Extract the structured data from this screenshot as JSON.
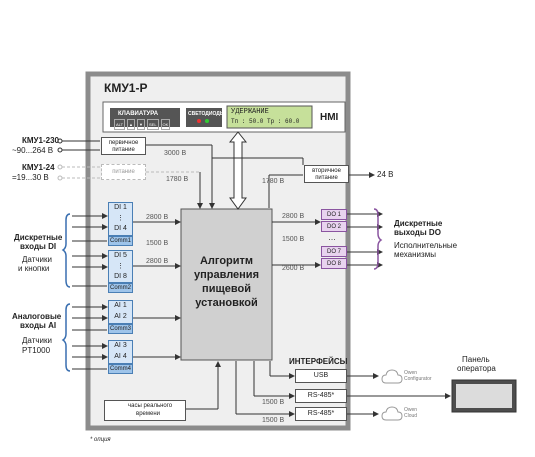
{
  "device": {
    "title": "КМУ1-Р"
  },
  "hmi": {
    "keyboard_label": "КЛАВИАТУРА",
    "leds_label": "СВЕТОДИОДЫ",
    "display_line1": "УДЕРЖАНИЕ",
    "display_line2": "Tп : 50.0  Tр : 60.0",
    "hmi_label": "HMI",
    "keys": [
      "ALT",
      "▲",
      "▼",
      "SEL",
      "OK"
    ]
  },
  "power": {
    "kmu230_title": "КМУ1-230",
    "kmu230_range": "~90...264 В",
    "kmu24_title": "КМУ1-24",
    "kmu24_range": "=19...30 В",
    "primary_label": "первичное питание",
    "primary24_label": "питание",
    "secondary_label": "вторичное питание",
    "out_24": "24 В",
    "iso_3000": "3000 В",
    "iso_1780_a": "1780 В",
    "iso_1780_b": "1780 В"
  },
  "discrete_inputs": {
    "title_line1": "Дискретные",
    "title_line2": "входы DI",
    "sub_line1": "Датчики",
    "sub_line2": "и кнопки",
    "group1": [
      "DI 1",
      "⋮",
      "DI 4",
      "Comm1"
    ],
    "group2": [
      "DI 5",
      "⋮",
      "DI 8",
      "Comm2"
    ],
    "iso_a": "2800 В",
    "iso_b": "1500 В",
    "iso_c": "2800 В"
  },
  "analog_inputs": {
    "title_line1": "Аналоговые",
    "title_line2": "входы AI",
    "sub_line1": "Датчики",
    "sub_line2": "PT1000",
    "group1": [
      "AI 1",
      "AI 2",
      "Comm3"
    ],
    "group2": [
      "AI 3",
      "AI 4",
      "Comm4"
    ]
  },
  "algorithm": {
    "line1": "Алгоритм",
    "line2": "управления",
    "line3": "пищевой",
    "line4": "установкой"
  },
  "discrete_outputs": {
    "title_line1": "Дискретные",
    "title_line2": "выходы DO",
    "sub_line1": "Исполнительные",
    "sub_line2": "механизмы",
    "items": [
      "DO 1",
      "DO 2",
      "…",
      "DO 7",
      "DO 8"
    ],
    "iso_a": "2800 В",
    "iso_b": "1500 В",
    "iso_c": "2600 В"
  },
  "interfaces": {
    "title": "ИНТЕРФЕЙСЫ",
    "usb": "USB",
    "rs485_1": "RS-485*",
    "rs485_2": "RS-485*",
    "iso_1": "1500 В",
    "iso_2": "1500 В",
    "configurator_line1": "Owen",
    "configurator_line2": "Configurator",
    "cloud_line1": "Owen",
    "cloud_line2": "Cloud",
    "panel_line1": "Панель",
    "panel_line2": "оператора"
  },
  "rtc": {
    "line1": "часы реального",
    "line2": "времени"
  },
  "footnote": "* опция",
  "colors": {
    "di_fill": "#d6e6f7",
    "comm_fill": "#9ec4ea",
    "do_fill": "#e8d3ef",
    "algorithm_fill": "#d0d0d0",
    "display_fill": "#c6e09a",
    "panel_dark": "#4d4d4d"
  }
}
